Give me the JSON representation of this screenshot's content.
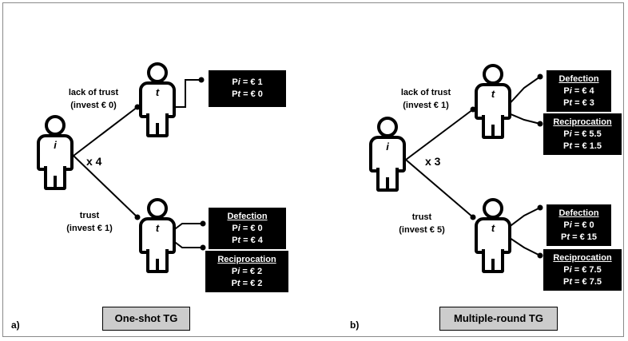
{
  "panels": {
    "a": {
      "letter": "a)",
      "caption": "One-shot TG",
      "investor_letter": "i",
      "trustee_letter": "t",
      "multiplier": "x 4",
      "upper_choice": [
        "lack of trust",
        "(invest € 0)"
      ],
      "lower_choice": [
        "trust",
        "(invest € 1)"
      ],
      "upper_outcome": {
        "title": "",
        "pi": "€ 1",
        "pt": "€ 0"
      },
      "defection": {
        "title": "Defection",
        "pi": "€ 0",
        "pt": "€ 4"
      },
      "reciprocation": {
        "title": "Reciprocation",
        "pi": "€ 2",
        "pt": "€ 2"
      }
    },
    "b": {
      "letter": "b)",
      "caption": "Multiple-round TG",
      "investor_letter": "i",
      "trustee_letter": "t",
      "multiplier": "x 3",
      "upper_choice": [
        "lack of trust",
        "(invest € 1)"
      ],
      "lower_choice": [
        "trust",
        "(invest € 5)"
      ],
      "upper_defection": {
        "title": "Defection",
        "pi": "€ 4",
        "pt": "€ 3"
      },
      "upper_reciprocation": {
        "title": "Reciprocation",
        "pi": "€ 5.5",
        "pt": "€ 1.5"
      },
      "defection": {
        "title": "Defection",
        "pi": "€ 0",
        "pt": "€ 15"
      },
      "reciprocation": {
        "title": "Reciprocation",
        "pi": "€ 7.5",
        "pt": "€ 7.5"
      }
    }
  },
  "payoff_labels": {
    "investor": "P",
    "investor_sub": "i",
    "trustee": "P",
    "trustee_sub": "t",
    "equals": " = "
  }
}
